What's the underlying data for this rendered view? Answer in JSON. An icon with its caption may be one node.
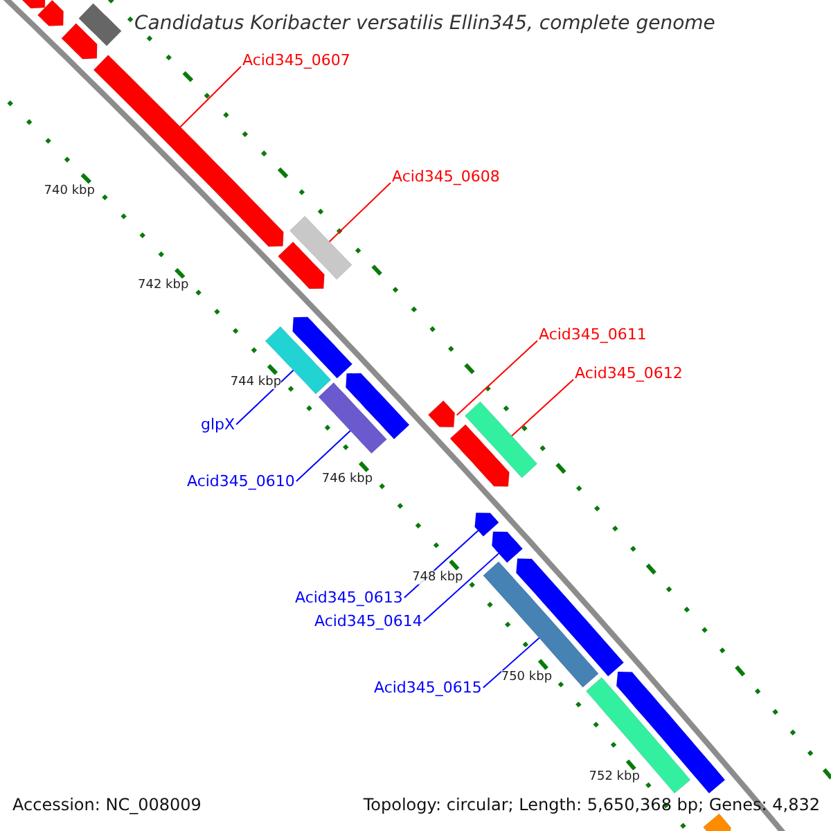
{
  "diagram": {
    "title": "Candidatus Koribacter versatilis Ellin345, complete genome",
    "nodes": [
      {
        "text": [
          "Acid345_0607"
        ]
      },
      {
        "text": [
          "Acid345_0608"
        ]
      },
      {
        "text": [
          "Acid345_0611"
        ]
      },
      {
        "text": [
          "glpX"
        ]
      },
      {
        "text": [
          "Acid345_0612"
        ]
      },
      {
        "text": [
          "Acid345_0610"
        ]
      },
      {
        "text": [
          "Acid345_0613"
        ]
      },
      {
        "text": [
          "Acid345_0614"
        ]
      },
      {
        "text": [
          "Acid345_0615"
        ]
      },
      {
        "text": [],
        "shape": "bar"
      },
      {
        "text": [],
        "shape": "bar"
      },
      {
        "text": [],
        "shape": "bar"
      },
      {
        "text": [],
        "shape": "bar"
      },
      {
        "text": [],
        "shape": "bar"
      },
      {
        "text": [],
        "shape": "bar"
      },
      {
        "text": [],
        "shape": "bar"
      },
      {
        "text": [],
        "shape": "bar"
      },
      {
        "text": [],
        "shape": "bar"
      },
      {
        "text": [],
        "shape": "bar"
      },
      {
        "text": [],
        "shape": "bar"
      },
      {
        "text": [],
        "shape": "bar"
      },
      {
        "text": [],
        "shape": "bar"
      },
      {
        "text": [],
        "shape": "bar"
      },
      {
        "text": [],
        "shape": "bar"
      },
      {
        "text": [],
        "shape": "bar"
      },
      {
        "text": [],
        "shape": "bar"
      },
      {
        "text": [],
        "shape": "bar"
      },
      {
        "text": [],
        "shape": "bar"
      },
      {
        "text": [],
        "shape": "bar"
      },
      {
        "text": [],
        "shape": "bar"
      }
    ],
    "edges": [
      {
        "from": 0,
        "to": 13,
        "arrow": "none",
        "color": "#ff0000"
      },
      {
        "from": 1,
        "to": 14,
        "arrow": "none",
        "color": "#ff0000"
      },
      {
        "from": 2,
        "to": 20,
        "arrow": "none",
        "color": "#ff0000"
      },
      {
        "from": 3,
        "to": 17,
        "arrow": "none"
      },
      {
        "from": 4,
        "to": 21,
        "arrow": "none",
        "color": "#ff0000"
      },
      {
        "from": 5,
        "to": 19,
        "arrow": "none"
      },
      {
        "from": 6,
        "to": 23,
        "arrow": "none"
      },
      {
        "from": 7,
        "to": 24,
        "arrow": "none"
      },
      {
        "from": 8,
        "to": 26,
        "arrow": "none"
      }
    ],
    "labels": [
      "740 kbp",
      "742 kbp",
      "744 kbp",
      "746 kbp",
      "748 kbp",
      "750 kbp",
      "752 kbp",
      "Accession: NC_008009",
      "Topology: circular; Length: 5,650,368 bp; Genes: 4,832"
    ]
  }
}
